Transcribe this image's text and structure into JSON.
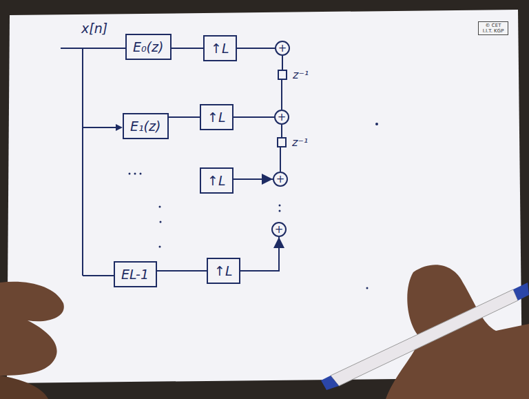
{
  "diagram": {
    "nodes": [
      {
        "text": [
          "E₀(z)"
        ]
      },
      {
        "text": [
          "↑L"
        ]
      },
      {
        "text": [
          "+"
        ]
      },
      {
        "text": [
          "z⁻¹"
        ]
      },
      {
        "text": [
          "E₁(z)"
        ]
      },
      {
        "text": [
          "↑L"
        ]
      },
      {
        "text": [
          "+"
        ]
      },
      {
        "text": [
          "z⁻¹"
        ]
      },
      {
        "text": [
          "↑L"
        ]
      },
      {
        "text": [
          "+"
        ]
      },
      {
        "text": [
          "+"
        ]
      },
      {
        "text": [
          "EL-1"
        ]
      },
      {
        "text": [
          "↑L"
        ]
      },
      {
        "text": [
          "© CET I.I.T. KGP"
        ]
      }
    ],
    "edges": [
      {
        "from": 0,
        "to": 1,
        "arrow": "none"
      },
      {
        "from": 1,
        "to": 2,
        "arrow": "none"
      },
      {
        "from": 2,
        "to": 3,
        "arrow": "none"
      },
      {
        "from": 3,
        "to": 6,
        "arrow": "none"
      },
      {
        "from": 4,
        "to": 5,
        "arrow": "none"
      },
      {
        "from": 5,
        "to": 6,
        "arrow": "none"
      },
      {
        "from": 6,
        "to": 7,
        "arrow": "none"
      },
      {
        "from": 7,
        "to": 9,
        "arrow": "none"
      },
      {
        "from": 8,
        "to": 9,
        "arrow": "to"
      },
      {
        "from": 11,
        "to": 12,
        "arrow": "none"
      },
      {
        "from": 12,
        "to": 10,
        "arrow": "to"
      }
    ],
    "labels": [
      "x[n]"
    ]
  }
}
